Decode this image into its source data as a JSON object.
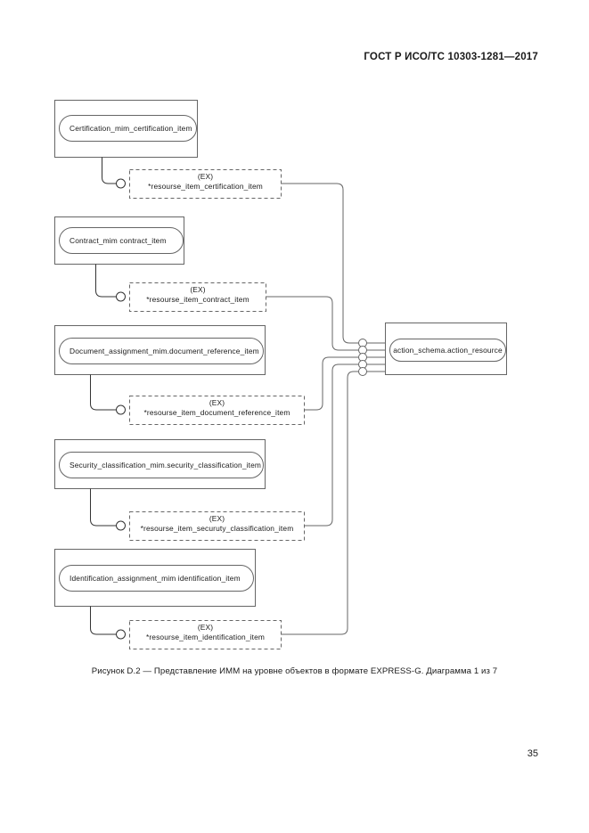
{
  "header": {
    "standard_number": "ГОСТ Р ИСО/ТС 10303-1281—2017"
  },
  "caption": {
    "text": "Рисунок D.2 — Представление ИММ на уровне объектов в формате EXPRESS-G. Диаграмма 1 из 7"
  },
  "folio": {
    "page_number": "35"
  },
  "diagram": {
    "type": "express-g",
    "target": {
      "label": "action_schema.action_resource",
      "ports": 5
    },
    "blocks": [
      {
        "schema_label": "Certification_mim_certification_item",
        "ex_tag": "(EX)",
        "ex_label": "*resourse_item_certification_item"
      },
      {
        "schema_label": "Contract_mim contract_item",
        "ex_tag": "(EX)",
        "ex_label": "*resourse_item_contract_item"
      },
      {
        "schema_label": "Document_assignment_mim.document_reference_item",
        "ex_tag": "(EX)",
        "ex_label": "*resourse_item_document_reference_item"
      },
      {
        "schema_label": "Security_classification_mim.security_classification_item",
        "ex_tag": "(EX)",
        "ex_label": "*resourse_item_securuty_classification_item"
      },
      {
        "schema_label": "Identification_assignment_mim identification_item",
        "ex_tag": "(EX)",
        "ex_label": "*resourse_item_identification_item"
      }
    ]
  },
  "colors": {
    "line": "#555555",
    "text": "#1a1a1a",
    "background": "#ffffff"
  }
}
